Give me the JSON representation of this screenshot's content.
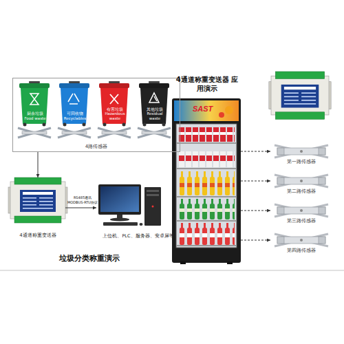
{
  "diagram": {
    "title": "4通道称重变送器 应用演示",
    "caption": "垃圾分类称重演示",
    "nodes": [
      {
        "text": [
          "4路传感器"
        ]
      },
      {
        "text": [
          "厨余垃圾",
          "Food waste"
        ],
        "in": 0
      },
      {
        "text": [
          "可回收物",
          "Recyclables"
        ],
        "in": 0
      },
      {
        "text": [
          "有害垃圾",
          "Hazardous waste"
        ],
        "in": 0
      },
      {
        "text": [
          "其他垃圾",
          "Residual waste"
        ],
        "in": 0
      },
      {
        "text": [
          "4通道称重变送器"
        ]
      },
      {
        "text": [
          "上位机、PLC、服务器、安卓屏等"
        ]
      },
      {
        "text": [
          "SAST"
        ]
      },
      {
        "text": [
          "第一路传感器"
        ]
      },
      {
        "text": [
          "第二路传感器"
        ]
      },
      {
        "text": [
          "第三路传感器"
        ]
      },
      {
        "text": [
          "第四路传感器"
        ]
      }
    ],
    "edges": [
      {
        "from": 0,
        "to": 5,
        "arrow": "to"
      },
      {
        "from": 5,
        "to": 6,
        "label": "RS485通讯 MODBUS-RTU协议",
        "arrow": "to"
      },
      {
        "from": 7,
        "to": 8,
        "arrow": "to"
      },
      {
        "from": 7,
        "to": 9,
        "arrow": "to"
      },
      {
        "from": 7,
        "to": 10,
        "arrow": "to"
      },
      {
        "from": 7,
        "to": 11,
        "arrow": "to"
      }
    ]
  }
}
